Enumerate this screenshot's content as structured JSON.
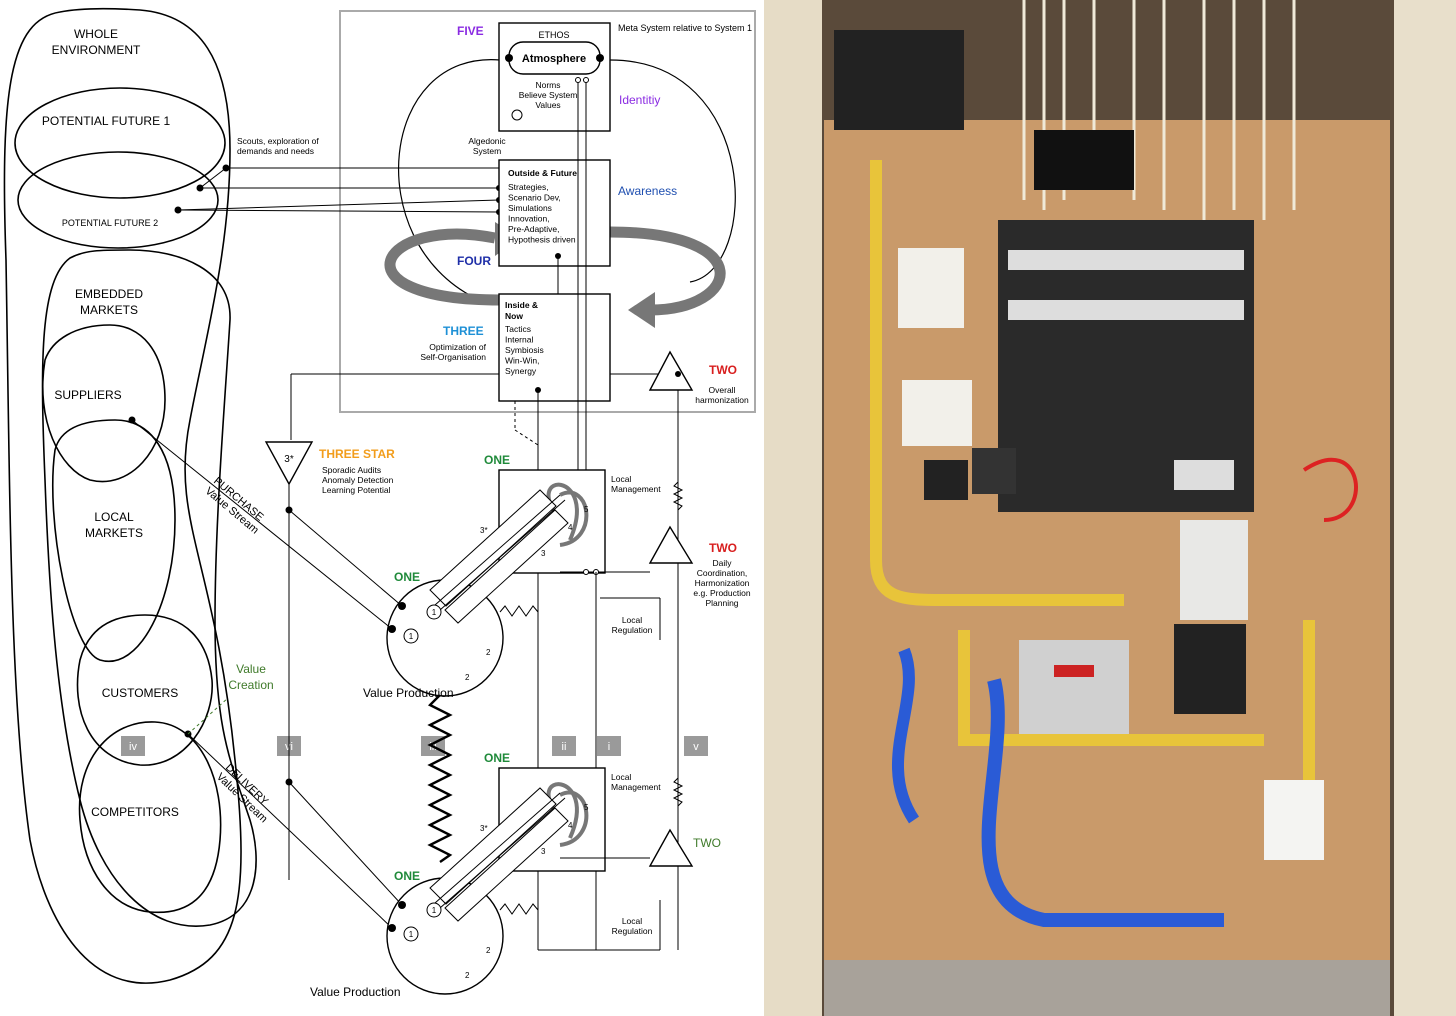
{
  "diagram": {
    "environment": {
      "whole": "WHOLE\nENVIRONMENT",
      "future1": "POTENTIAL FUTURE  1",
      "future2": "POTENTIAL FUTURE  2",
      "embedded": "EMBEDDED\nMARKETS",
      "suppliers": "SUPPLIERS",
      "local_markets": "LOCAL\nMARKETS",
      "customers": "CUSTOMERS",
      "competitors": "COMPETITORS"
    },
    "scouts": "Scouts, exploration of\ndemands and needs",
    "purchase": "PURCHASE\nValue Stream",
    "delivery": "DELIVERY\nValue Stream",
    "value_creation": "Value\nCreation",
    "value_production": "Value Production",
    "meta": "Meta System relative to System 1",
    "five": {
      "label": "FIVE",
      "ethos": "ETHOS",
      "atmosphere": "Atmosphere",
      "values": "Norms\nBelieve System\nValues",
      "identity": "Identitiy",
      "algedonic": "Algedonic\nSystem"
    },
    "four": {
      "label": "FOUR",
      "title": "Outside & Future",
      "body": "Strategies,\nScenario Dev,\nSimulations\nInnovation,\nPre-Adaptive,\nHypothesis driven",
      "awareness": "Awareness"
    },
    "three": {
      "label": "THREE",
      "title": "Inside &\nNow",
      "body": "Tactics\nInternal\nSymbiosis\nWin-Win,\nSynergy",
      "optimization": "Optimization of\nSelf-Organisation"
    },
    "two_top": {
      "label": "TWO",
      "note": "Overall\nharmonization"
    },
    "three_star": {
      "symbol": "3*",
      "label": "THREE STAR",
      "note": "Sporadic Audits\nAnomaly Detection\nLearning Potential"
    },
    "one_label": "ONE",
    "local_management": "Local\nManagement",
    "two_mid": {
      "label": "TWO",
      "note": "Daily\nCoordination,\nHarmonization\ne.g. Production\nPlanning"
    },
    "two_low": "TWO",
    "local_regulation": "Local\nRegulation",
    "channels": [
      "iv",
      "vi",
      "iii",
      "ii",
      "i",
      "v"
    ],
    "unit_numbers": [
      "1",
      "2",
      "3",
      "4",
      "5",
      "3*"
    ],
    "colors": {
      "five": "#8a2be2",
      "four": "#1f2fa8",
      "three": "#1e90d6",
      "two": "#d81e1e",
      "one": "#1f8a3a",
      "three_star": "#f29d1c",
      "awareness": "#1f4fb0",
      "creation": "#3f7a2a"
    }
  },
  "photo": {
    "description_icon": "utility-closet-photo"
  }
}
